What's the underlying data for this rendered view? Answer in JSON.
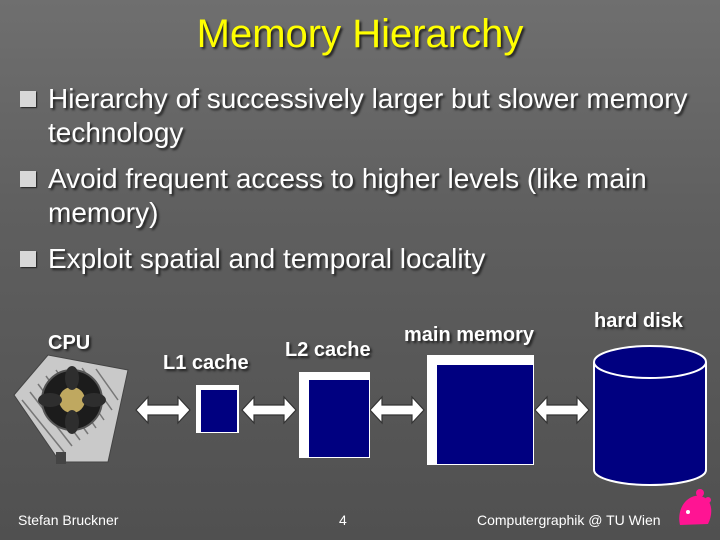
{
  "slide": {
    "title": "Memory Hierarchy",
    "bullets": [
      "Hierarchy of successively larger but slower memory technology",
      "Avoid frequent access to higher levels (like main memory)",
      "Exploit spatial and temporal locality"
    ]
  },
  "diagram": {
    "cpu_label": "CPU",
    "l1_label": "L1 cache",
    "l2_label": "L2 cache",
    "main_memory_label": "main memory",
    "hard_disk_label": "hard disk"
  },
  "footer": {
    "author": "Stefan Bruckner",
    "page_number": "4",
    "institution": "Computergraphik @ TU Wien"
  },
  "colors": {
    "title": "#ffff00",
    "memory_box": "#000080",
    "disk": "#000080",
    "logo": "#ff1493"
  }
}
